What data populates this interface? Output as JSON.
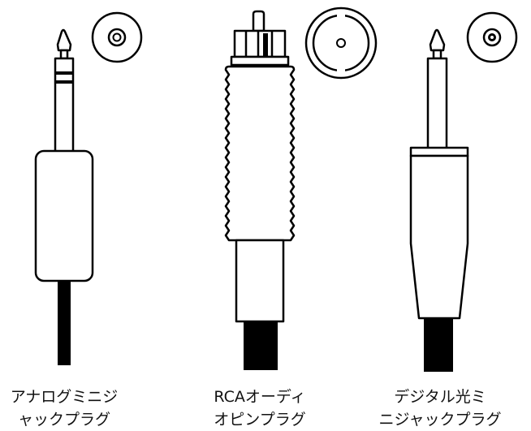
{
  "colors": {
    "stroke": "#000000",
    "fill": "#ffffff",
    "text": "#111111"
  },
  "plugs": [
    {
      "id": "analog-mini-jack",
      "label_line1": "アナログミニジ",
      "label_line2": "ャックプラグ"
    },
    {
      "id": "rca-audio-pin",
      "label_line1": "RCAオーディ",
      "label_line2": "オピンプラグ"
    },
    {
      "id": "digital-optical-mini-jack",
      "label_line1": "デジタル光ミ",
      "label_line2": "ニジャックプラグ"
    }
  ]
}
